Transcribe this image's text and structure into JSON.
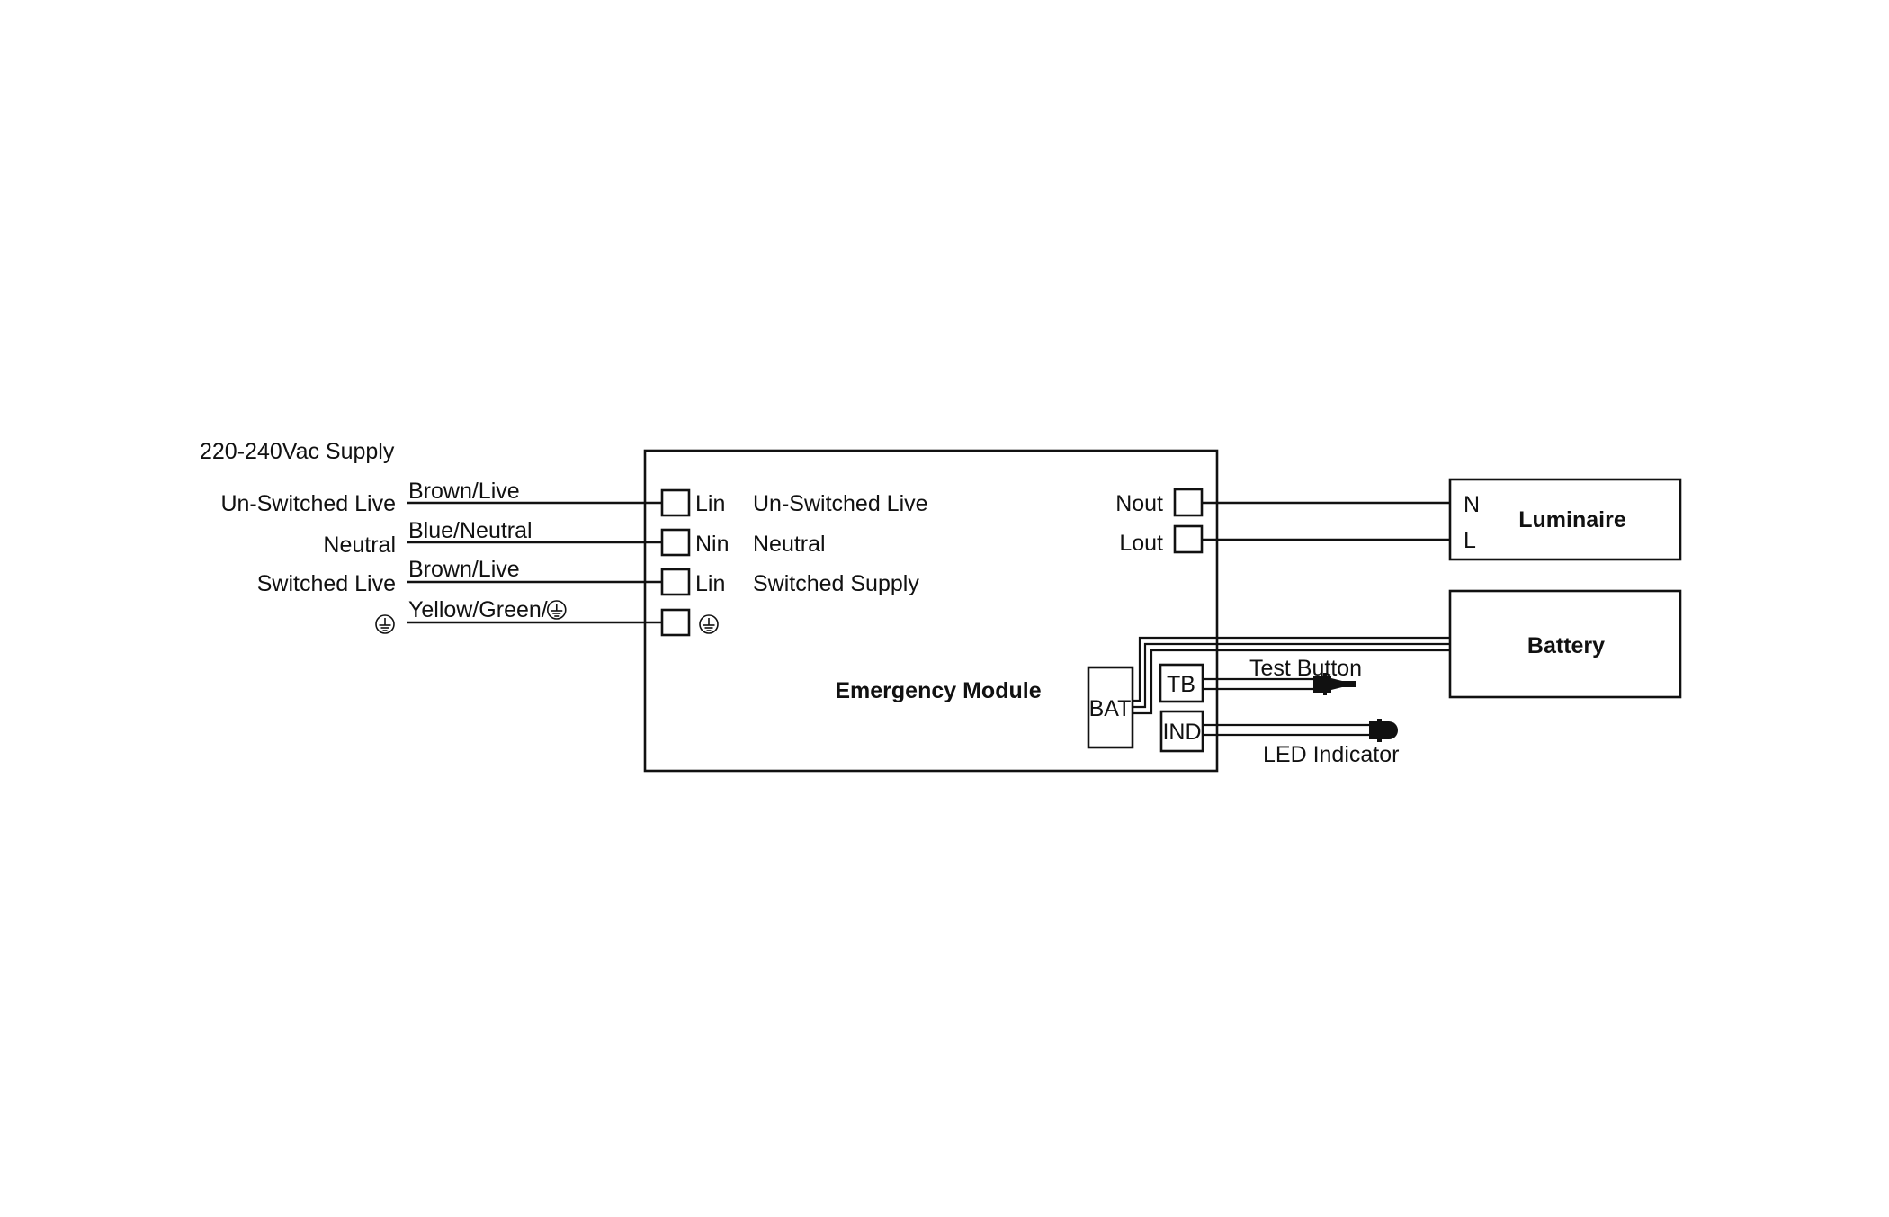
{
  "supply": {
    "title": "220-240Vac Supply",
    "inputs": [
      {
        "function": "Un-Switched Live",
        "wire_color": "Brown/Live",
        "terminal": "Lin",
        "terminal_desc": "Un-Switched Live"
      },
      {
        "function": "Neutral",
        "wire_color": "Blue/Neutral",
        "terminal": "Nin",
        "terminal_desc": "Neutral"
      },
      {
        "function": "Switched Live",
        "wire_color": "Brown/Live",
        "terminal": "Lin",
        "terminal_desc": "Switched Supply"
      },
      {
        "function": "earth-symbol",
        "wire_color": "Yellow/Green/",
        "terminal": "earth-symbol",
        "terminal_desc": ""
      }
    ]
  },
  "module": {
    "title": "Emergency Module",
    "outputs": [
      {
        "terminal": "Nout"
      },
      {
        "terminal": "Lout"
      }
    ],
    "bat_label": "BAT",
    "tb_label": "TB",
    "ind_label": "IND"
  },
  "luminaire": {
    "title": "Luminaire",
    "terminals": [
      "N",
      "L"
    ]
  },
  "battery": {
    "title": "Battery"
  },
  "accessories": {
    "test_button": "Test Button",
    "led_indicator": "LED Indicator"
  },
  "colors": {
    "line": "#111111",
    "background": "#ffffff"
  }
}
